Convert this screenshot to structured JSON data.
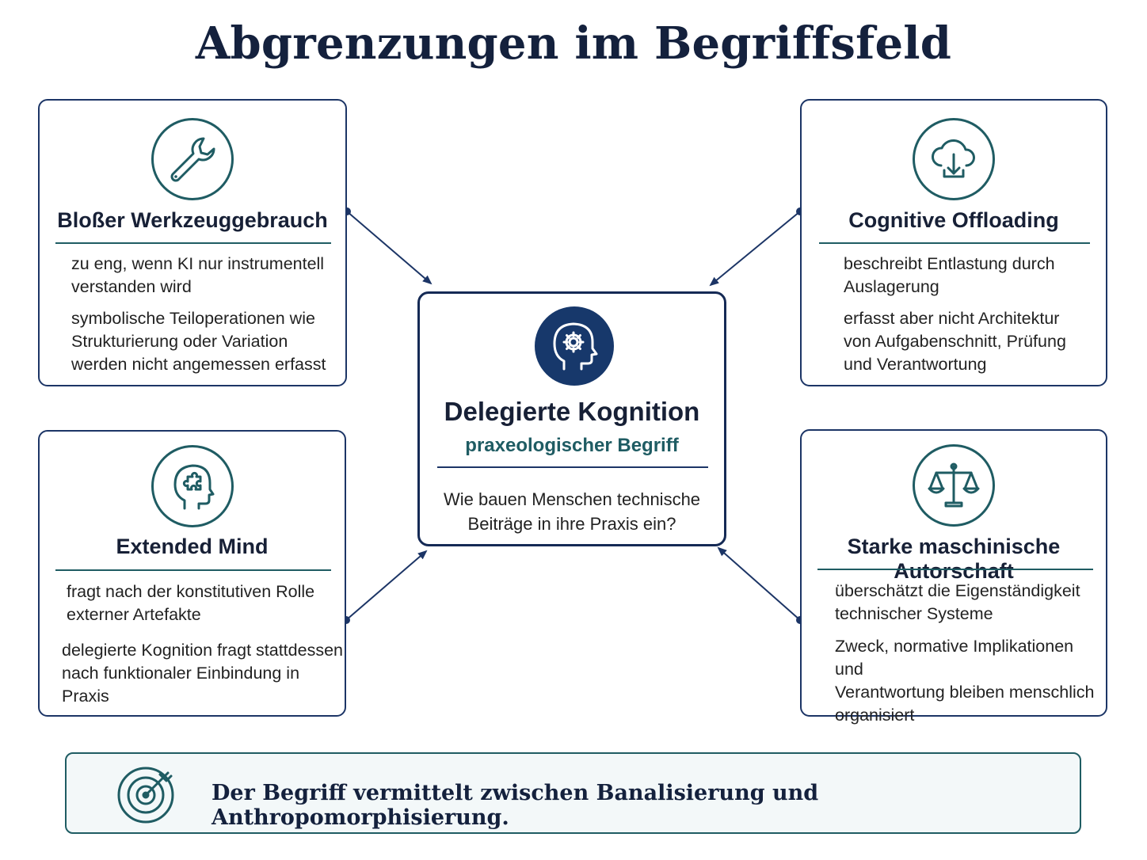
{
  "page": {
    "title": "Abgrenzungen im Begriffsfeld"
  },
  "center": {
    "icon": "head-gear-icon",
    "title": "Delegierte Kognition",
    "subtitle": "praxeologischer Begriff",
    "question_line1": "Wie bauen Menschen technische",
    "question_line2": "Beiträge in ihre Praxis ein?"
  },
  "cards": {
    "top_left": {
      "icon": "wrench-icon",
      "title": "Bloßer Werkzeuggebrauch",
      "points": [
        [
          "zu eng, wenn KI nur instrumentell",
          "verstanden wird"
        ],
        [
          "symbolische Teiloperationen wie",
          "Strukturierung oder Variation",
          "werden nicht angemessen erfasst"
        ]
      ]
    },
    "top_right": {
      "icon": "cloud-download-icon",
      "title": "Cognitive Offloading",
      "points": [
        [
          "beschreibt Entlastung durch",
          "Auslagerung"
        ],
        [
          "erfasst aber nicht Architektur",
          "von Aufgabenschnitt, Prüfung",
          "und Verantwortung"
        ]
      ]
    },
    "bottom_left": {
      "icon": "head-puzzle-icon",
      "title": "Extended Mind",
      "points": [
        [
          "fragt nach der konstitutiven Rolle",
          "externer Artefakte"
        ],
        [
          "delegierte Kognition fragt stattdessen",
          "nach funktionaler Einbindung in Praxis"
        ]
      ]
    },
    "bottom_right": {
      "icon": "scales-icon",
      "title": "Starke maschinische Autorschaft",
      "points": [
        [
          "überschätzt die Eigenständigkeit",
          "technischer Systeme"
        ],
        [
          "Zweck, normative Implikationen und",
          "Verantwortung bleiben menschlich",
          "organisiert"
        ]
      ]
    }
  },
  "footer": {
    "icon": "target-arrow-icon",
    "text": "Der Begriff vermittelt zwischen Banalisierung und Anthropomorphisierung."
  },
  "colors": {
    "navy": "#14213d",
    "border": "#1c3566",
    "teal": "#1f5c63",
    "center_fill": "#17386b",
    "footer_fill": "#f3f8f9"
  }
}
